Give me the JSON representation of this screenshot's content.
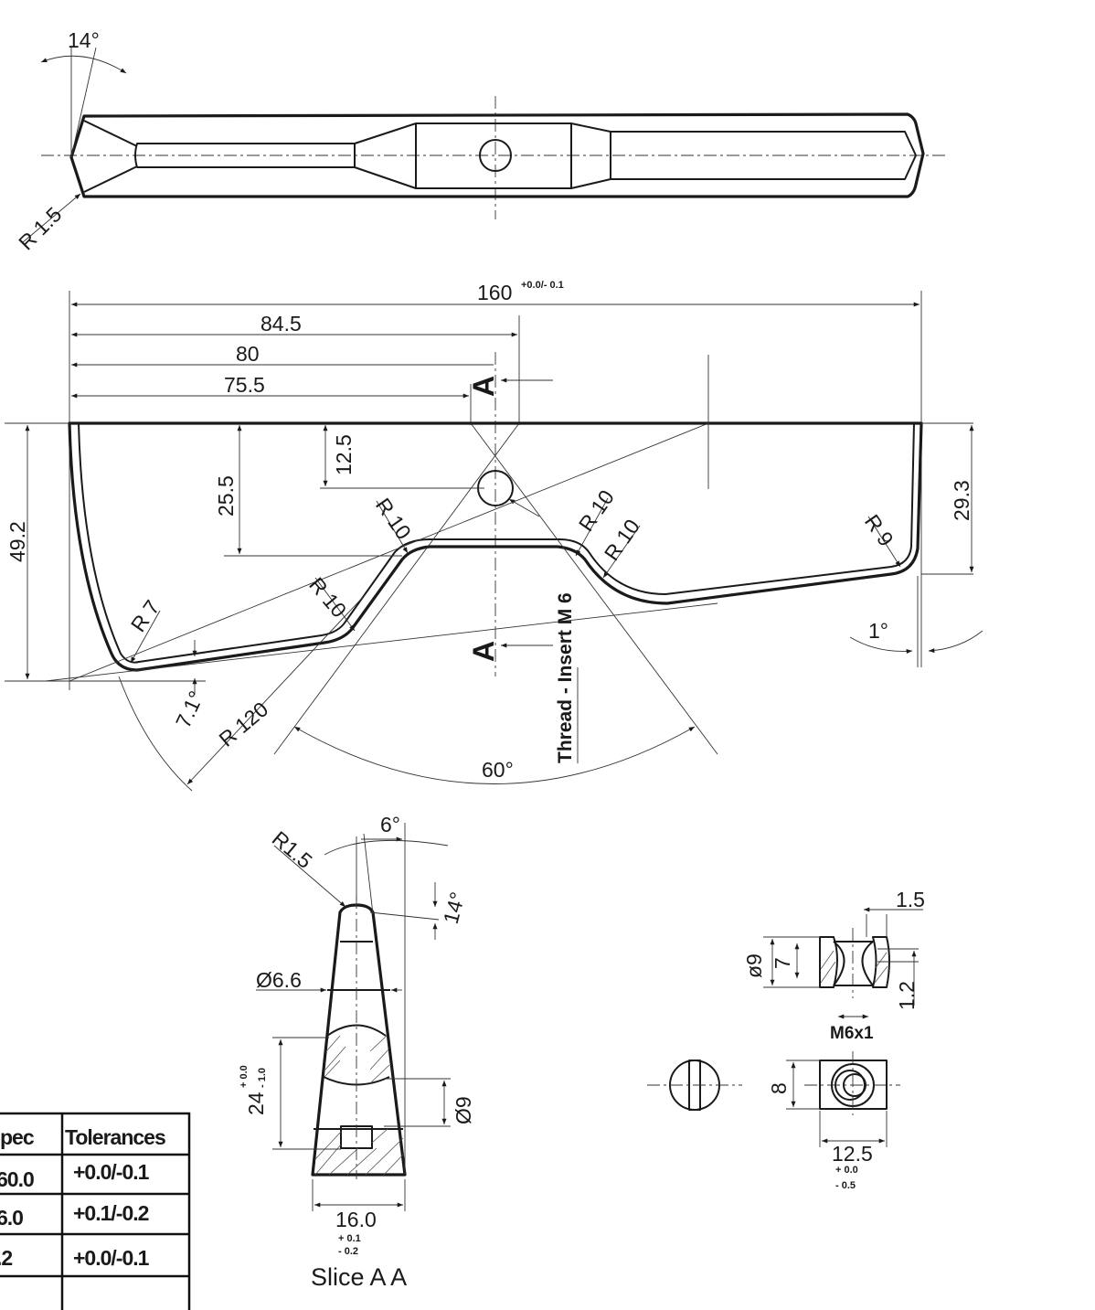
{
  "top_view": {
    "angle_label": "14°",
    "radius_label": "R 1.5"
  },
  "main_view": {
    "overall_length": "160",
    "overall_length_tol": "+0.0/- 0.1",
    "dim_84_5": "84.5",
    "dim_80": "80",
    "dim_75_5": "75.5",
    "dim_49_2": "49.2",
    "dim_25_5": "25.5",
    "dim_12_5": "12.5",
    "dim_29_3": "29.3",
    "r10_a": "R 10",
    "r10_b": "R 10",
    "r10_c": "R 10",
    "r10_d": "R 10",
    "r9": "R 9",
    "r7": "R 7",
    "r120": "R 120",
    "angle_60": "60°",
    "angle_7_1": "7.1°",
    "angle_1": "1°",
    "section_top": "A",
    "section_bottom": "A",
    "thread_note": "Thread - Insert M 6"
  },
  "slice_view": {
    "title": "Slice A A",
    "r1_5": "R1.5",
    "angle_6": "6°",
    "angle_14": "14°",
    "dia_6_6": "Ø6.6",
    "dim_24": "24",
    "dim_24_tol_upper": "+ 0.0",
    "dim_24_tol_lower": "- 1.0",
    "dia_9": "Ø9",
    "width": "16.0",
    "width_tol_upper": "+ 0.1",
    "width_tol_lower": "- 0.2"
  },
  "insert_view": {
    "dim_1_5": "1.5",
    "dia_9": "ø9",
    "dim_7": "7",
    "dim_1_2": "1.2",
    "thread": "M6x1",
    "dim_8": "8",
    "width": "12.5",
    "width_tol_upper": "+ 0.0",
    "width_tol_lower": "- 0.5"
  },
  "spec_table": {
    "headers": [
      "pec",
      "Tolerances"
    ],
    "rows": [
      [
        "60.0",
        "+0.0/-0.1"
      ],
      [
        "6.0",
        "+0.1/-0.2"
      ],
      [
        ".2",
        "+0.0/-0.1"
      ],
      [
        "",
        ""
      ]
    ]
  }
}
